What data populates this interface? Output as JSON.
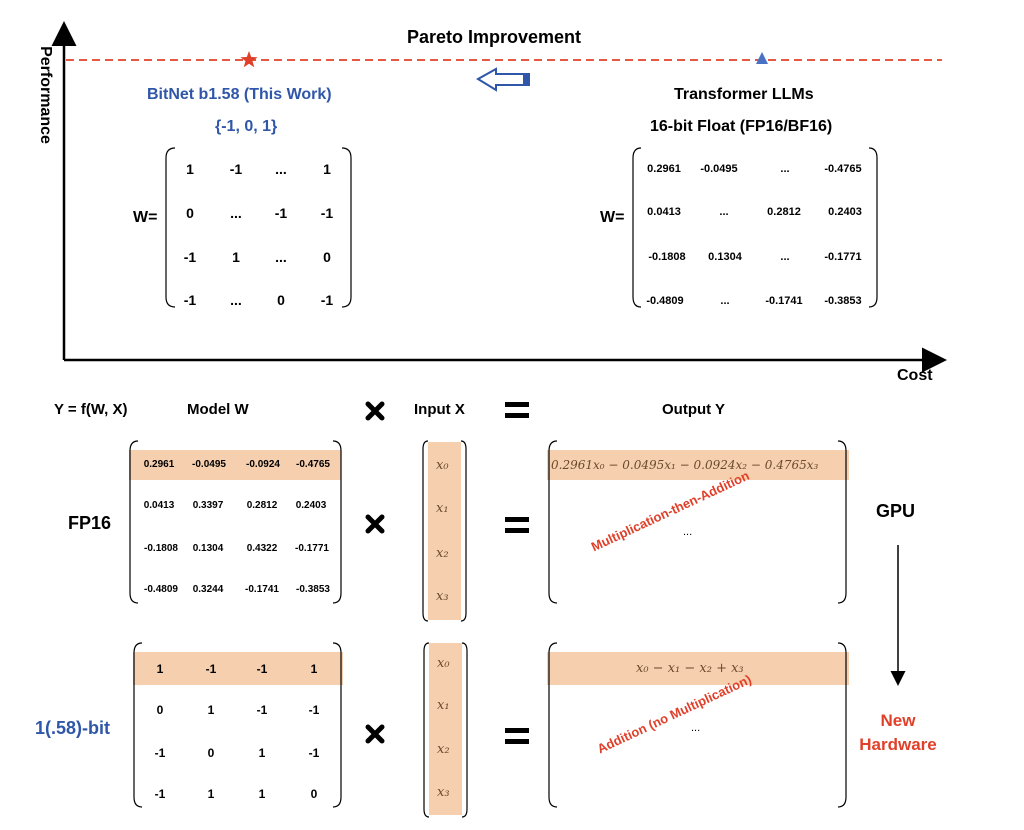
{
  "top": {
    "y_axis_label": "Performance",
    "x_axis_label": "Cost",
    "pareto_label": "Pareto Improvement",
    "bitnet": {
      "title": "BitNet b1.58 (This Work)",
      "values": "{-1, 0, 1}",
      "w_label": "W=",
      "matrix": [
        [
          "1",
          "-1",
          "...",
          "1"
        ],
        [
          "0",
          "...",
          "-1",
          "-1"
        ],
        [
          "-1",
          "1",
          "...",
          "0"
        ],
        [
          "-1",
          "...",
          "0",
          "-1"
        ]
      ]
    },
    "transformer": {
      "title": "Transformer LLMs",
      "subtitle": "16-bit Float (FP16/BF16)",
      "w_label": "W=",
      "matrix": [
        [
          "0.2961",
          "-0.0495",
          "...",
          "-0.4765"
        ],
        [
          "0.0413",
          "...",
          "0.2812",
          "0.2403"
        ],
        [
          "-0.1808",
          "0.1304",
          "...",
          "-0.1771"
        ],
        [
          "-0.4809",
          "...",
          "-0.1741",
          "-0.3853"
        ]
      ]
    }
  },
  "bottom": {
    "equation_label": "Y = f(W, X)",
    "model_w_header": "Model W",
    "input_x_header": "Input X",
    "output_y_header": "Output Y",
    "fp16": {
      "row_label": "FP16",
      "matrix": [
        [
          "0.2961",
          "-0.0495",
          "-0.0924",
          "-0.4765"
        ],
        [
          "0.0413",
          "0.3397",
          "0.2812",
          "0.2403"
        ],
        [
          "-0.1808",
          "0.1304",
          "0.4322",
          "-0.1771"
        ],
        [
          "-0.4809",
          "0.3244",
          "-0.1741",
          "-0.3853"
        ]
      ],
      "inputs": [
        "x₀",
        "x₁",
        "x₂",
        "x₃"
      ],
      "output_first": "0.2961x₀ − 0.0495x₁ − 0.0924x₂ − 0.4765x₃",
      "output_dots": "...",
      "operation_note": "Multiplication-then-Addition",
      "hardware": "GPU"
    },
    "bit158": {
      "row_label": "1(.58)-bit",
      "matrix": [
        [
          "1",
          "-1",
          "-1",
          "1"
        ],
        [
          "0",
          "1",
          "-1",
          "-1"
        ],
        [
          "-1",
          "0",
          "1",
          "-1"
        ],
        [
          "-1",
          "1",
          "1",
          "0"
        ]
      ],
      "inputs": [
        "x₀",
        "x₁",
        "x₂",
        "x₃"
      ],
      "output_first": "x₀ − x₁ − x₂ + x₃",
      "output_dots": "...",
      "operation_note": "Addition (no Multiplication)",
      "hardware": "New Hardware"
    }
  },
  "colors": {
    "highlight": "#f5cfae",
    "red": "#e0402a",
    "blue": "#2f56a8",
    "marker_blue": "#4a72c4"
  },
  "icons": [
    "star-marker",
    "triangle-marker",
    "left-arrow-icon",
    "times-icon",
    "equals-icon",
    "down-arrow-icon"
  ]
}
